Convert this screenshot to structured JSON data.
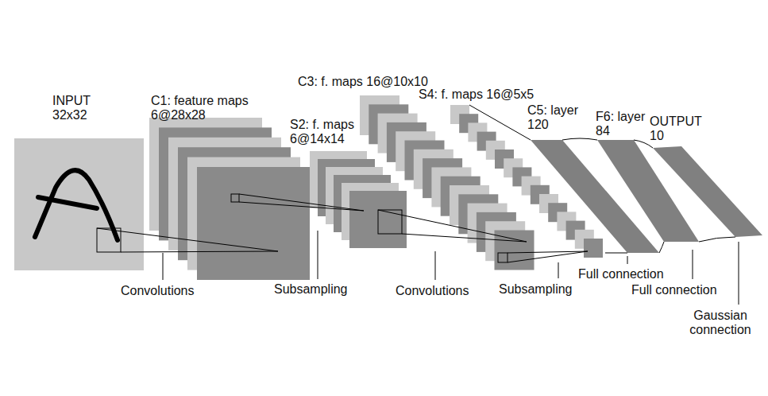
{
  "diagram": {
    "labels": [
      "INPUT 32x32",
      "C1: feature maps 6@28x28",
      "S2: f. maps 6@14x14",
      "C3: f. maps 16@10x10",
      "S4: f. maps 16@5x5",
      "C5: layer 120",
      "F6: layer 84",
      "OUTPUT 10",
      "Convolutions",
      "Subsampling",
      "Convolutions",
      "Subsampling",
      "Full connection",
      "Full connection",
      "Gaussian connection"
    ]
  }
}
